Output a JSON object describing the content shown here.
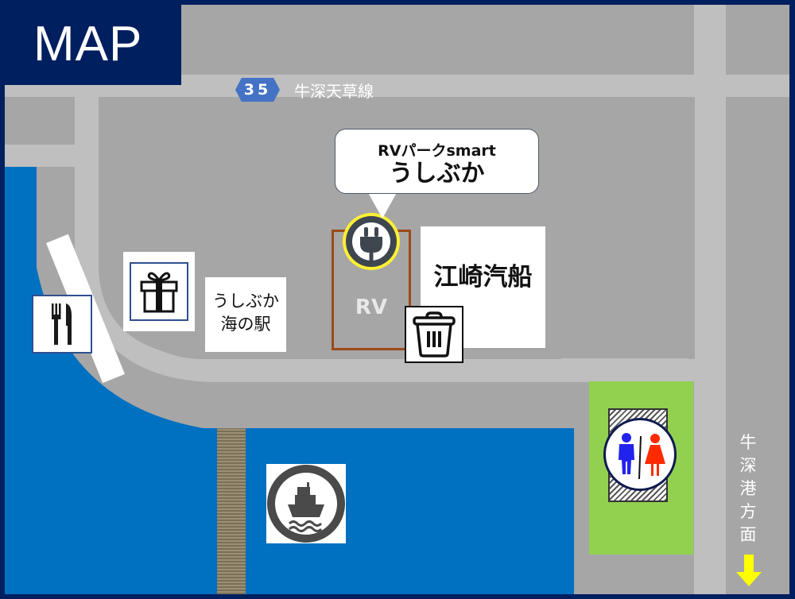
{
  "title": "MAP",
  "road": {
    "route_number": "35",
    "route_name": "牛深天草線",
    "direction_label": "牛深港方面",
    "direction_chars": [
      "牛",
      "深",
      "港",
      "方",
      "面"
    ]
  },
  "callout": {
    "line1": "RVパークsmart",
    "line2": "うしぶか"
  },
  "places": {
    "rv_label": "RV",
    "ezaki_label": "江崎汽船",
    "umi_no_eki_line1": "うしぶか",
    "umi_no_eki_line2": "海の駅"
  },
  "icons": [
    "power-plug-icon",
    "trash-can-icon",
    "gift-icon",
    "restaurant-icon",
    "ferry-icon",
    "restroom-icon",
    "arrow-down-icon"
  ],
  "colors": {
    "frame": "#001f5f",
    "land": "#a6a6a6",
    "road": "#bfbfbf",
    "water": "#0070c0",
    "route_badge": "#4472c4",
    "park_green": "#92d050",
    "rv_border": "#9c4a1a",
    "arrow": "#ffff00",
    "male": "#2222ee",
    "female": "#ff2a00"
  }
}
